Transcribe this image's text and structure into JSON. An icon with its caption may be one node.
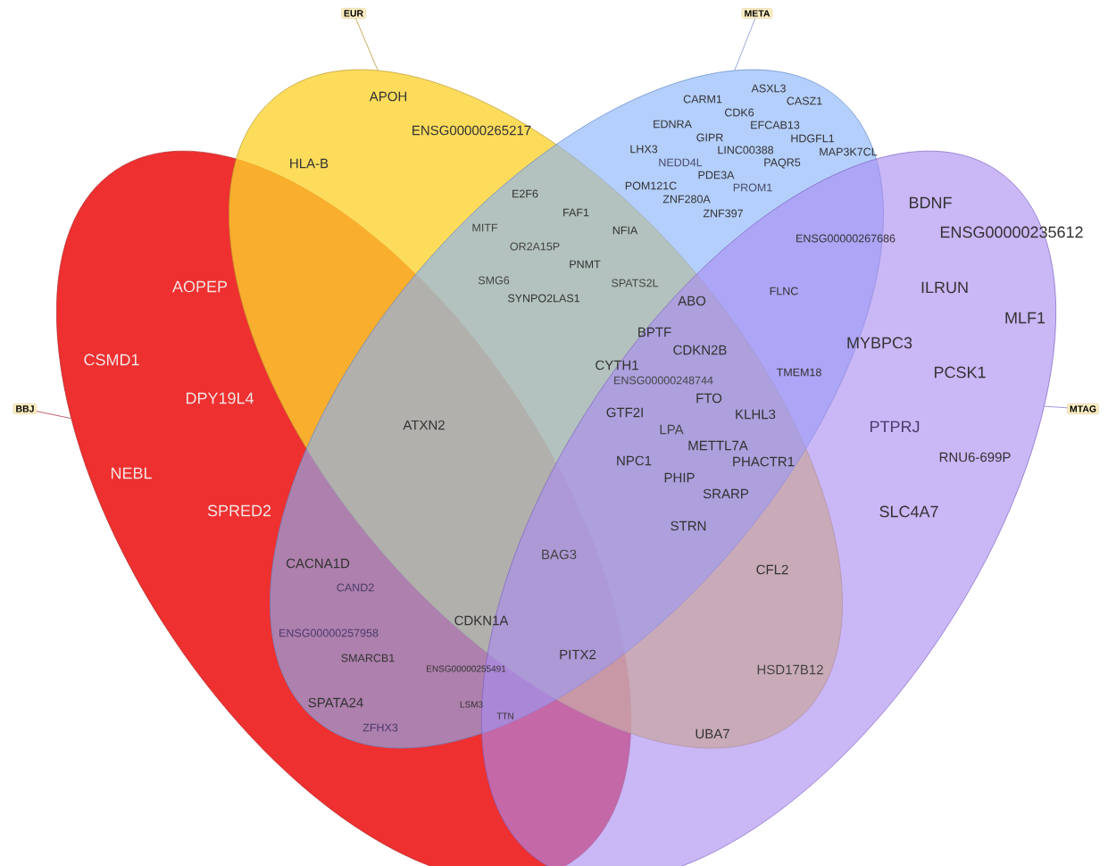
{
  "diagram": {
    "nodes": [
      {
        "text": [
          "EUR"
        ]
      },
      {
        "text": [
          "META"
        ]
      },
      {
        "text": [
          "BBJ"
        ]
      },
      {
        "text": [
          "MTAG"
        ]
      },
      {
        "text": [],
        "shape": "ellipse"
      },
      {
        "text": [],
        "shape": "ellipse"
      },
      {
        "text": [],
        "shape": "ellipse"
      },
      {
        "text": [],
        "shape": "ellipse"
      }
    ],
    "edges": [
      {
        "from": 0,
        "to": 5,
        "arrow": "none",
        "color": "#b59b3a"
      },
      {
        "from": 1,
        "to": 6,
        "arrow": "none",
        "color": "#7f95c9"
      },
      {
        "from": 2,
        "to": 4,
        "arrow": "none",
        "color": "#b23a4a"
      },
      {
        "from": 3,
        "to": 7,
        "arrow": "none",
        "color": "#8c7fd0"
      }
    ],
    "labels": [
      "APOH",
      "ASXL3",
      "CARM1",
      "CASZ1",
      "CDK6",
      "EDNRA",
      "EFCAB13",
      "ENSG00000265217",
      "GIPR",
      "HDGFL1",
      "LHX3",
      "LINC00388",
      "MAP3K7CL",
      "NEDD4L",
      "HLA-B",
      "PAQR5",
      "PDE3A",
      "PROM1",
      "POM121C",
      "E2F6",
      "ZNF280A",
      "BDNF",
      "FAF1",
      "ZNF397",
      "MITF",
      "NFIA",
      "ENSG00000235612",
      "ENSG00000267686",
      "OR2A15P",
      "PNMT",
      "AOPEP",
      "SMG6",
      "SPATS2L",
      "ILRUN",
      "FLNC",
      "SYNPO2LAS1",
      "ABO",
      "BPTF",
      "MLF1",
      "MYBPC3",
      "CDKN2B",
      "CSMD1",
      "CYTH1",
      "PCSK1",
      "TMEM18",
      "ENSG00000248744",
      "DPY19L4",
      "FTO",
      "GTF2I",
      "KLHL3",
      "ATXN2",
      "PTPRJ",
      "LPA",
      "METTL7A",
      "RNU6-699P",
      "PHACTR1",
      "NPC1",
      "NEBL",
      "PHIP",
      "SRARP",
      "SPRED2",
      "SLC4A7",
      "STRN",
      "BAG3",
      "CACNA1D",
      "CFL2",
      "CAND2",
      "CDKN1A",
      "ENSG00000257958",
      "SMARCB1",
      "PITX2",
      "ENSG00000255491",
      "HSD17B12",
      "SPATA24",
      "LSM3",
      "TTN",
      "ZFHX3",
      "UBA7"
    ]
  }
}
